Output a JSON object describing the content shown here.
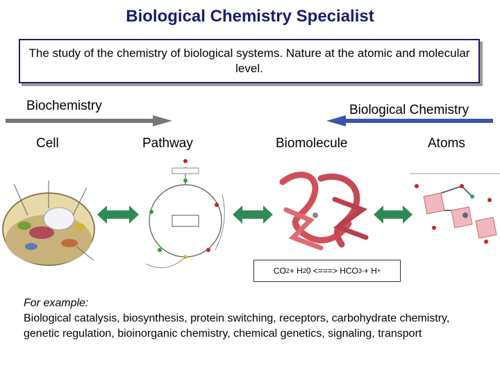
{
  "slide": {
    "title": "Biological Chemistry Specialist",
    "definition": "The study of the chemistry of biological systems. Nature at the atomic and molecular level."
  },
  "spectrum": {
    "left_label": "Biochemistry",
    "right_label": "Biological Chemistry",
    "levels": [
      "Cell",
      "Pathway",
      "Biomolecule",
      "Atoms"
    ]
  },
  "equation": {
    "co": "CO",
    "co_sub": "2",
    "plus1": " + H",
    "h_sub": "2",
    "water_rest": "0 <===> HCO",
    "hco_sub": "3",
    "hco_sup": "-",
    "plus2": " + H",
    "h_sup": "+"
  },
  "example": {
    "heading": "For example:",
    "text": "Biological catalysis, biosynthesis, protein switching, receptors, carbohydrate chemistry, genetic regulation, bioinorganic chemistry, chemical genetics, signaling, transport"
  },
  "colors": {
    "title": "#1b1b6e",
    "arrow_green": "#2e8b57",
    "protein_red": "#d0505a",
    "blue_arrow": "#3a55a8"
  }
}
